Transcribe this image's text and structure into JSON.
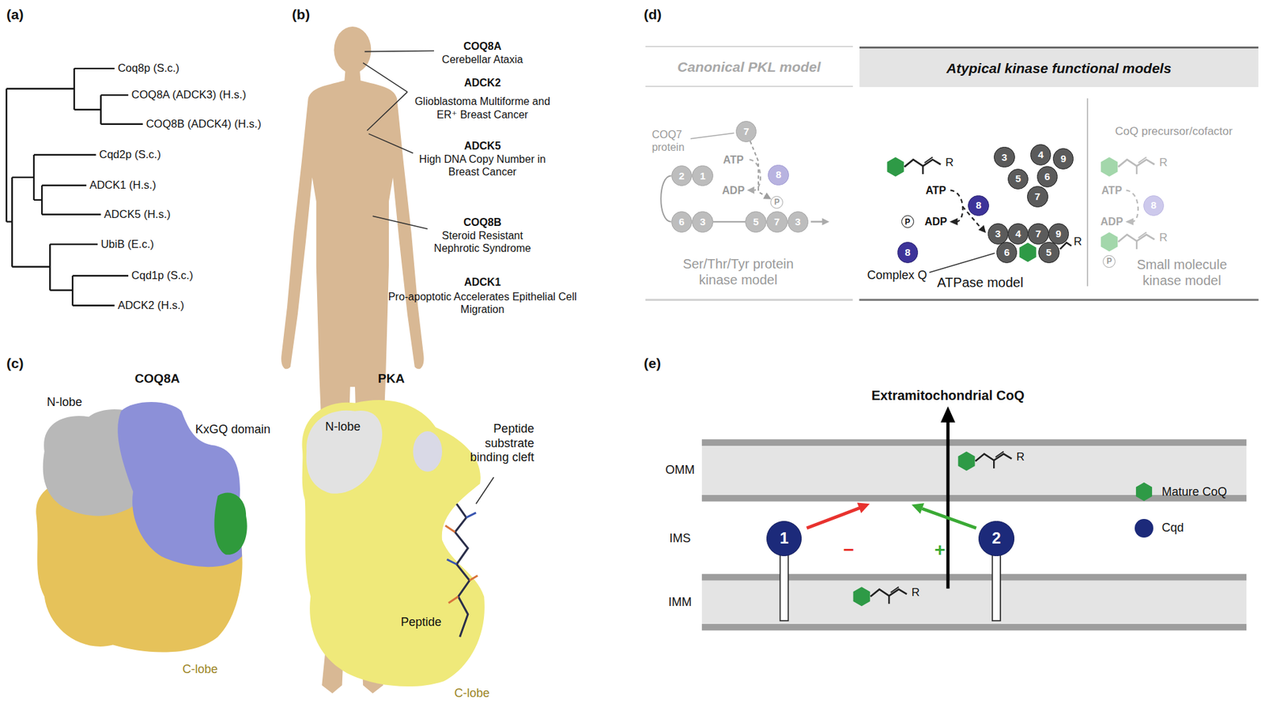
{
  "diagram": {
    "nodes": [
      {
        "text": [
          "Canonical PKL model"
        ]
      },
      {
        "text": [
          "Atypical kinase functional models"
        ]
      },
      {
        "text": [
          "7"
        ]
      },
      {
        "text": [
          "8"
        ]
      },
      {
        "text": [
          "2"
        ]
      },
      {
        "text": [
          "1"
        ]
      },
      {
        "text": [
          "6"
        ]
      },
      {
        "text": [
          "3"
        ]
      },
      {
        "text": [
          "5"
        ]
      },
      {
        "text": [
          "7"
        ]
      },
      {
        "text": [
          "3"
        ]
      },
      {
        "text": [
          "P"
        ]
      },
      {
        "text": [
          "3"
        ]
      },
      {
        "text": [
          "4"
        ]
      },
      {
        "text": [
          "9"
        ]
      },
      {
        "text": [
          "5"
        ]
      },
      {
        "text": [
          "6"
        ]
      },
      {
        "text": [
          "7"
        ]
      },
      {
        "text": [
          "8"
        ]
      },
      {
        "text": [
          "P"
        ]
      },
      {
        "text": [
          "8"
        ]
      },
      {
        "text": [
          "3"
        ]
      },
      {
        "text": [
          "4"
        ]
      },
      {
        "text": [
          "7"
        ]
      },
      {
        "text": [
          "9"
        ]
      },
      {
        "text": [
          "6"
        ]
      },
      {
        "text": [
          "5"
        ]
      },
      {
        "text": [
          "8"
        ]
      },
      {
        "text": [
          "P"
        ]
      },
      {
        "text": [
          "1"
        ]
      },
      {
        "text": [
          "2"
        ]
      }
    ],
    "edges": [
      {
        "from": 4,
        "to": 6,
        "arrow": "none"
      },
      {
        "from": 7,
        "to": 8,
        "arrow": "none"
      },
      {
        "from": 2,
        "to": 11,
        "arrow": "to"
      }
    ],
    "labels": [
      "(a)",
      "Coq8p (S.c.)",
      "COQ8A (ADCK3) (H.s.)",
      "COQ8B (ADCK4) (H.s.)",
      "Cqd2p (S.c.)",
      "ADCK1 (H.s.)",
      "ADCK5 (H.s.)",
      "UbiB (E.c.)",
      "Cqd1p (S.c.)",
      "ADCK2 (H.s.)",
      "(b)",
      "COQ8A",
      "Cerebellar Ataxia",
      "ADCK2",
      "Glioblastoma Multiforme and ER⁺ Breast Cancer",
      "ADCK5",
      "High DNA Copy Number in Breast Cancer",
      "COQ8B",
      "Steroid Resistant Nephrotic Syndrome",
      "ADCK1",
      "Pro-apoptotic Accelerates Epithelial Cell Migration",
      "(c)",
      "COQ8A",
      "N-lobe",
      "KxGQ domain",
      "C-lobe",
      "PKA",
      "N-lobe",
      "Peptide substrate binding cleft",
      "Peptide",
      "C-lobe",
      "(d)",
      "COQ7 protein",
      "ATP",
      "ADP",
      "Ser/Thr/Tyr protein kinase model",
      "R",
      "ATP",
      "ADP",
      "R",
      "Complex Q",
      "ATPase model",
      "CoQ precursor/cofactor",
      "R",
      "ATP",
      "ADP",
      "R",
      "Small molecule kinase model",
      "(e)",
      "Extramitochondrial CoQ",
      "OMM",
      "IMS",
      "IMM",
      "R",
      "−",
      "+",
      "R"
    ],
    "legend": [
      {
        "text": "Mature CoQ",
        "color": "#2e9a46"
      },
      {
        "text": "Cqd",
        "color": "#1c2a7a"
      }
    ]
  }
}
